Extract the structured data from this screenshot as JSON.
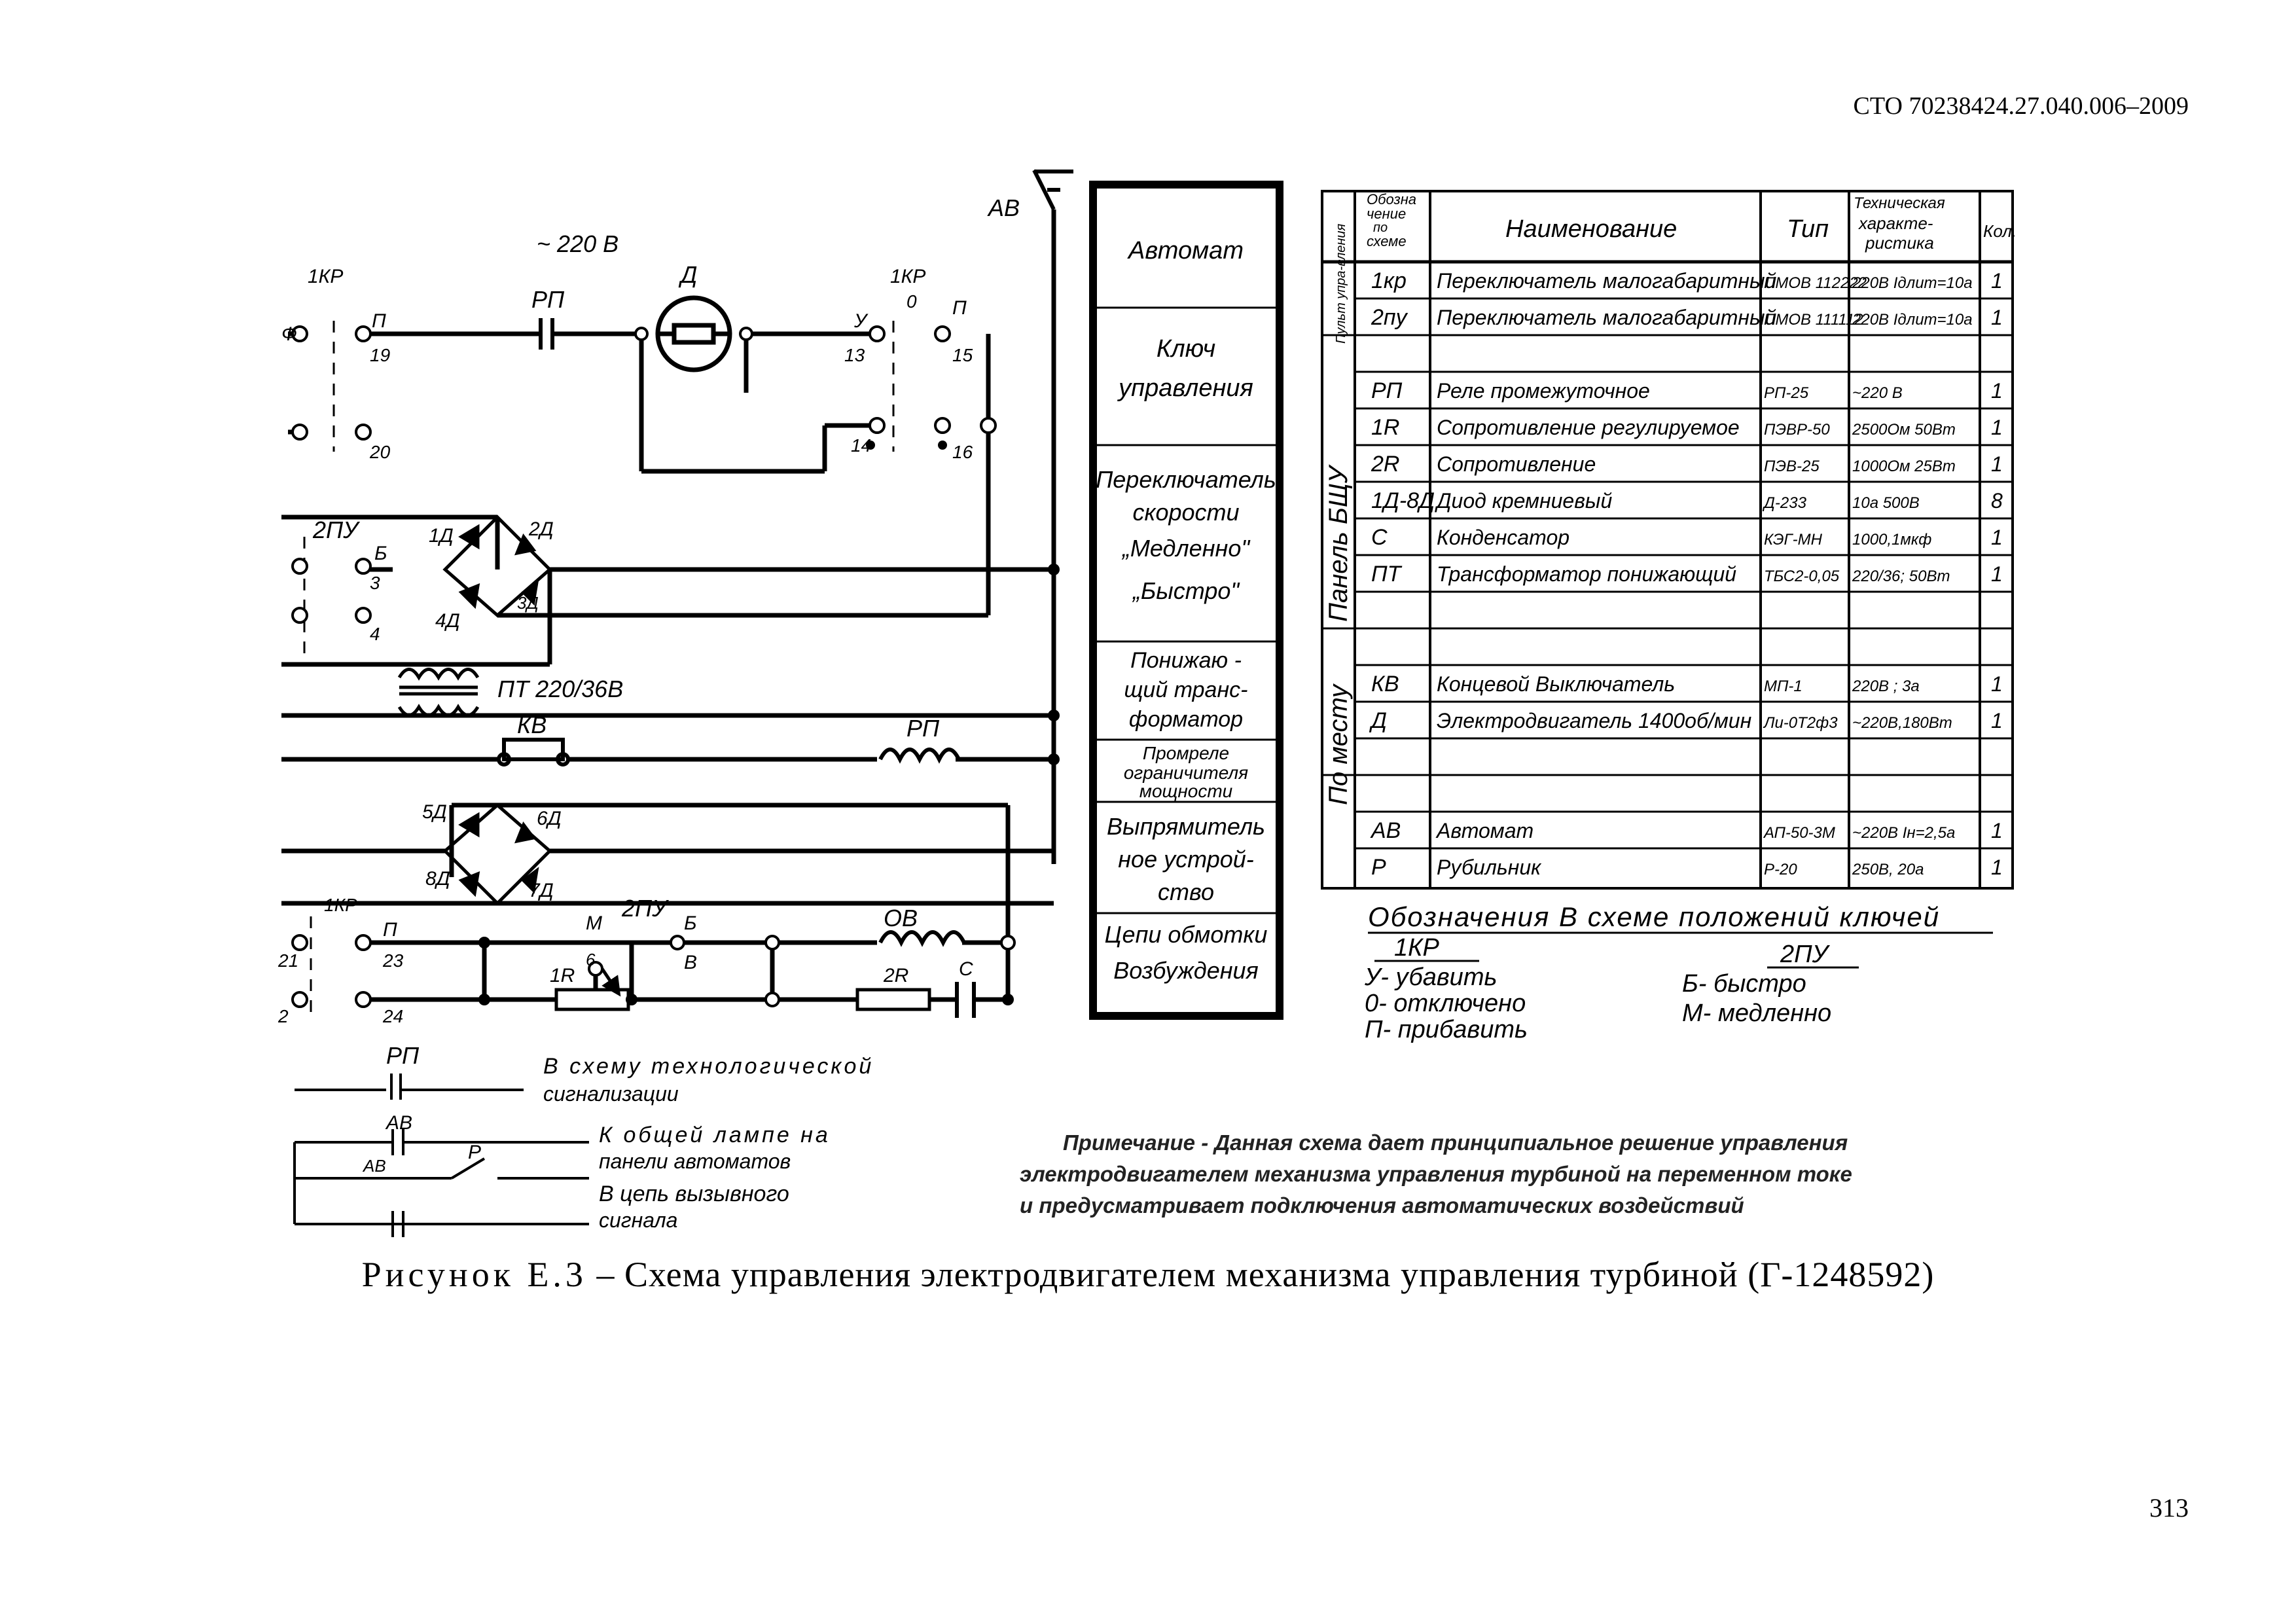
{
  "header": {
    "doc_code": "СТО 70238424.27.040.006–2009"
  },
  "page_number": "313",
  "caption": {
    "lead": "Рисунок Е.3",
    "text": " – Схема управления электродвигателем механизма управления турбиной (Г-1248592)"
  },
  "note": {
    "lines": [
      "Примечание - Данная схема дает принципиальное решение управления",
      "электродвигателем механизма управления турбиной на переменном токе",
      "и предусматривает подключения автоматических воздействий"
    ]
  },
  "schematic": {
    "supply": "~ 220 В",
    "motor": "Д",
    "av": "АВ",
    "switch1": "1КР",
    "switch2": "2ПУ",
    "rp": "РП",
    "kv": "КВ",
    "pt": "ПТ 220/36В",
    "ov": "ОВ",
    "r1": "1R",
    "r2": "2R",
    "c": "С",
    "p": "Р",
    "letters": {
      "f": "Ф",
      "p": "П",
      "u": "У",
      "o": "0",
      "b": "Б",
      "v": "В",
      "m": "М"
    },
    "terminals": {
      "t19": "19",
      "t20": "20",
      "t13": "13",
      "t14": "14",
      "t15": "15",
      "t16": "16",
      "t3": "3",
      "t4": "4",
      "t23": "23",
      "t24": "24",
      "t21": "21",
      "t2": "2",
      "t6": "6"
    },
    "diodes": {
      "d1": "1Д",
      "d2": "2Д",
      "d3": "3Д",
      "d4": "4Д",
      "d5": "5Д",
      "d6": "6Д",
      "d7": "7Д",
      "d8": "8Д"
    },
    "footer_lines": [
      "В схему технологической",
      "сигнализации",
      "К общей лампе на",
      "панели автоматов",
      "В цепь вызывного",
      "сигнала"
    ]
  },
  "legend_box": {
    "items": [
      [
        "Автомат"
      ],
      [
        "Ключ",
        "управления"
      ],
      [
        "Переключатель",
        "скорости",
        "„Медленно\"",
        "„Быстро\""
      ],
      [
        "Понижаю -",
        "щий транс-",
        "форматор"
      ],
      [
        "Промреле",
        "ограничителя",
        "мощности"
      ],
      [
        "Выпрямитель",
        "ное устрой-",
        "ство"
      ],
      [
        "Цепи обмотки",
        "Возбуждения"
      ]
    ]
  },
  "spec_table": {
    "headers": {
      "pos": [
        "Обозна",
        "чение",
        "по",
        "схеме"
      ],
      "name": "Наименование",
      "type": "Тип",
      "tech": [
        "Техническая",
        "характе-",
        "ристика"
      ],
      "qty": "Кол."
    },
    "groups": [
      "Пульт упра-вления",
      "Панель БЩУ",
      "По месту"
    ],
    "rows": [
      {
        "pos": "1кр",
        "name": "Переключатель малогабаритный",
        "type": "ПМОВ 112222",
        "tech": "220В Ідлит=10а",
        "qty": "1"
      },
      {
        "pos": "2пу",
        "name": "Переключатель малогабаритный",
        "type": "ПМОВ 111112",
        "tech": "220В Ідлит=10а",
        "qty": "1"
      },
      {
        "pos": "",
        "name": "",
        "type": "",
        "tech": "",
        "qty": ""
      },
      {
        "pos": "РП",
        "name": "Реле промежуточное",
        "type": "РП-25",
        "tech": "~220 В",
        "qty": "1"
      },
      {
        "pos": "1R",
        "name": "Сопротивление регулируемое",
        "type": "ПЭВР-50",
        "tech": "2500Ом 50Вт",
        "qty": "1"
      },
      {
        "pos": "2R",
        "name": "Сопротивление",
        "type": "ПЭВ-25",
        "tech": "1000Ом 25Вт",
        "qty": "1"
      },
      {
        "pos": "1Д-8Д",
        "name": "Диод кремниевый",
        "type": "Д-233",
        "tech": "10а 500В",
        "qty": "8"
      },
      {
        "pos": "С",
        "name": "Конденсатор",
        "type": "КЭГ-МН",
        "tech": "1000,1мкф",
        "qty": "1"
      },
      {
        "pos": "ПТ",
        "name": "Трансформатор понижающий",
        "type": "ТБС2-0,05",
        "tech": "220/36; 50Вт",
        "qty": "1"
      },
      {
        "pos": "",
        "name": "",
        "type": "",
        "tech": "",
        "qty": ""
      },
      {
        "pos": "",
        "name": "",
        "type": "",
        "tech": "",
        "qty": ""
      },
      {
        "pos": "КВ",
        "name": "Концевой Выключатель",
        "type": "МП-1",
        "tech": "220В ; 3а",
        "qty": "1"
      },
      {
        "pos": "Д",
        "name": "Электродвигатель 1400об/мин",
        "type": "Ли-0Т2ф3",
        "tech": "~220В,180Вт",
        "qty": "1"
      },
      {
        "pos": "",
        "name": "",
        "type": "",
        "tech": "",
        "qty": ""
      },
      {
        "pos": "",
        "name": "",
        "type": "",
        "tech": "",
        "qty": ""
      },
      {
        "pos": "АВ",
        "name": "Автомат",
        "type": "АП-50-3М",
        "tech": "~220В Ін=2,5а",
        "qty": "1"
      },
      {
        "pos": "Р",
        "name": "Рубильник",
        "type": "Р-20",
        "tech": "250В, 20а",
        "qty": "1"
      }
    ]
  },
  "key_positions": {
    "title": "Обозначения В схеме положений ключей",
    "col1_title": "1КР",
    "col2_title": "2ПУ",
    "col1": [
      "У- убавить",
      "0- отключено",
      "П- прибавить"
    ],
    "col2": [
      "Б- быстро",
      "М- медленно"
    ]
  }
}
